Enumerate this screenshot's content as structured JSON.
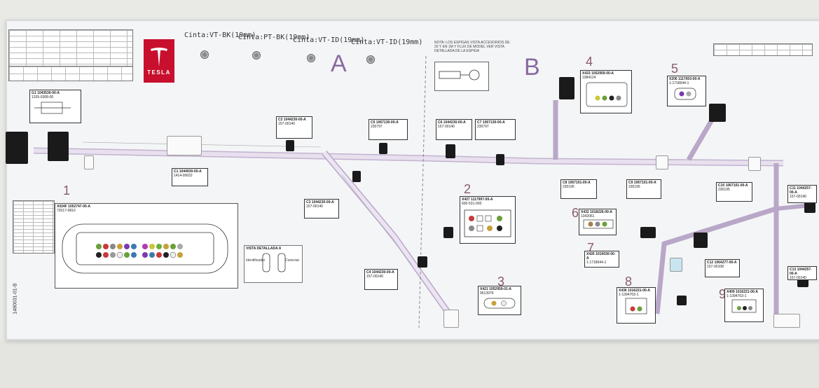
{
  "brand": {
    "name": "TESLA",
    "logo_color": "#c8102e"
  },
  "tape_labels": [
    "Cinta:VT-BK(19mm)",
    "Cinta:PT-BK(19mm)",
    "Cinta:VT-ID(19mm)",
    "Cinta:VT-ID(19mm)"
  ],
  "sections": [
    "A",
    "B"
  ],
  "position_numbers": [
    "1",
    "2",
    "3",
    "4",
    "5",
    "6",
    "7",
    "8",
    "9"
  ],
  "cards": {
    "g1": {
      "id": "G1",
      "pn": "1043530-00-A",
      "sub": "1335-0308-00"
    },
    "c1": {
      "id": "C1",
      "pn": "1044930-00-A",
      "sub": "1414-00022"
    },
    "c2": {
      "id": "C2",
      "pn": "1044230-00-A",
      "sub": "157-00140"
    },
    "c3": {
      "id": "C3",
      "pn": "1044230-00-A",
      "sub": "157-00140"
    },
    "c4": {
      "id": "C4",
      "pn": "1044230-00-A",
      "sub": "157-00140"
    },
    "c5": {
      "id": "C5",
      "pn": "1067130-00-A",
      "sub": "230797"
    },
    "c6": {
      "id": "C6",
      "pn": "1044230-00-A",
      "sub": "157-00140"
    },
    "c7": {
      "id": "C7",
      "pn": "1067130-00-A",
      "sub": "230797"
    },
    "c8": {
      "id": "C8",
      "pn": "1067101-00-A",
      "sub": "230195"
    },
    "c9": {
      "id": "C9",
      "pn": "1067101-00-A",
      "sub": "230195"
    },
    "c10": {
      "id": "C10",
      "pn": "1067101-00-A",
      "sub": "230195"
    },
    "c11": {
      "id": "C11",
      "pn": "1044257-00-A",
      "sub": "157-00140"
    },
    "c12": {
      "id": "C12",
      "pn": "1064277-00-A",
      "sub": "157-00108"
    },
    "c13": {
      "id": "C13",
      "pn": "1044257-00-A",
      "sub": "157-00140"
    },
    "x024f": {
      "id": "X024F",
      "pn": "1052747-00-A",
      "sub": "72017-0810"
    },
    "x427": {
      "id": "X427",
      "pn": "1117997-00-A",
      "sub": "600-531-000"
    },
    "x421": {
      "id": "X421",
      "pn": "1052959-01-A",
      "sub": "9513979"
    },
    "x433": {
      "id": "X433",
      "pn": "1052959-00-A",
      "sub": "1084124"
    },
    "x206": {
      "id": "X206",
      "pn": "1117003-00-A",
      "sub": "1-1718644-1"
    },
    "x432": {
      "id": "X432",
      "pn": "1018226-00-A",
      "sub": "1342061"
    },
    "x426": {
      "id": "X426",
      "pn": "1019030-00-A",
      "sub": "1-1718644-1"
    },
    "x436": {
      "id": "X436",
      "pn": "1016221-00-A",
      "sub": "1-1394703-1"
    },
    "x409": {
      "id": "X409",
      "pn": "1016221-00-A",
      "sub": "1-1394703-1"
    }
  },
  "vista": {
    "title": "VISTA DETALLADA A",
    "left_label": "Identificador",
    "right_label": "Conectar"
  },
  "note_text": "NOTA: LOS ESPIGAS VISTA ACCESORIOS DE 20 Y EN 1M Y FLUX DE MODEL VER VISTA DETALLADA DE LA ESPIGA",
  "board_id": "1480031-01-B",
  "colors": {
    "harness": "#e3d9ea",
    "harness_edge": "#b9a7c8",
    "card_border": "#333333",
    "connector_black": "#1a1a1a",
    "accent_blue": "#7ab7cf"
  }
}
